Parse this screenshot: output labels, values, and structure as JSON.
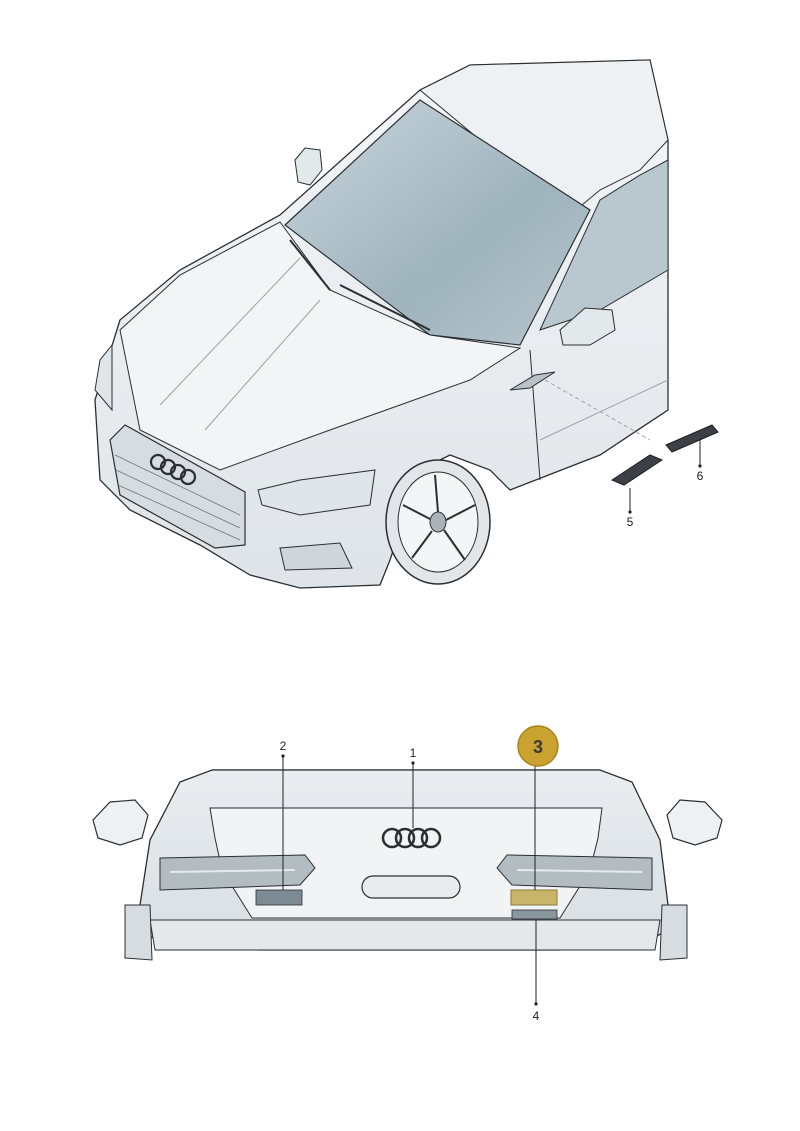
{
  "diagram": {
    "callouts": {
      "c1": "1",
      "c2": "2",
      "c3": "3",
      "c4": "4",
      "c5": "5",
      "c6": "6"
    },
    "highlighted_part": "3",
    "colors": {
      "highlight_badge": "#c9a230",
      "highlight_part": "#c9b56a",
      "line": "#2b2f33",
      "body_fill": "#eef1f3",
      "glass": "#9fb4be"
    }
  }
}
